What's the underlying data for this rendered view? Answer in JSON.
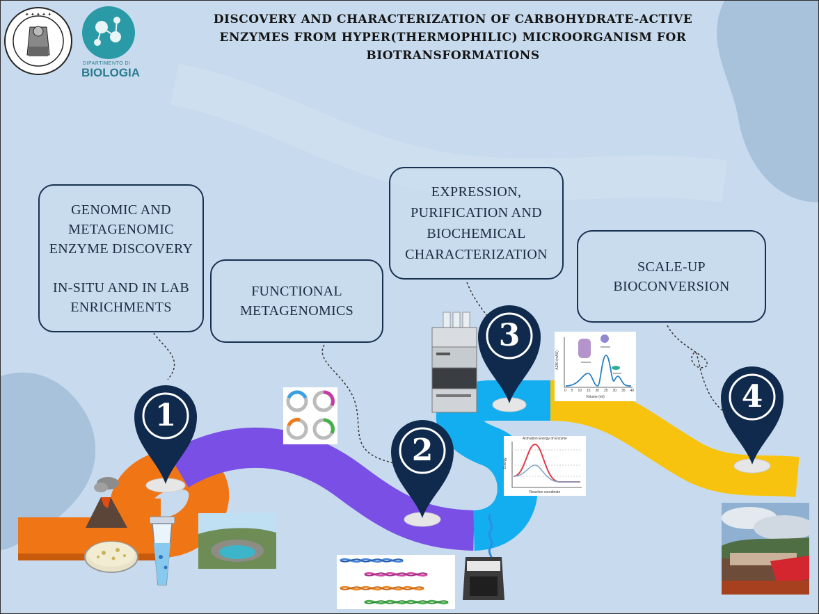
{
  "title": {
    "line1": "DISCOVERY AND CHARACTERIZATION OF CARBOHYDRATE-ACTIVE",
    "line2": "ENZYMES FROM HYPER(THERMOPHILIC) MICROORGANISM FOR",
    "line3": "BIOTRANSFORMATIONS"
  },
  "logos": {
    "university_seal_icon": "seal-icon",
    "department_small": "DIPARTIMENTO DI",
    "department_big": "BIOLOGIA"
  },
  "steps": [
    {
      "number": "1",
      "lines": [
        "GENOMIC AND",
        "METAGENOMIC",
        "ENZYME DISCOVERY",
        "",
        "IN-SITU AND IN LAB",
        "ENRICHMENTS"
      ]
    },
    {
      "number": "2",
      "lines": [
        "FUNCTIONAL",
        "METAGENOMICS"
      ]
    },
    {
      "number": "3",
      "lines": [
        "EXPRESSION,",
        "PURIFICATION AND",
        "BIOCHEMICAL",
        "CHARACTERIZATION"
      ]
    },
    {
      "number": "4",
      "lines": [
        "SCALE-UP",
        "BIOCONVERSION"
      ]
    }
  ],
  "road_colors": {
    "segment1": "#f07515",
    "segment2": "#7a4fe6",
    "segment3": "#13aef0",
    "segment4": "#f7c30e"
  },
  "pin_color": "#0f2a4c",
  "chromatogram": {
    "xlabel": "Volume (ml)",
    "ylabel": "A280 (mAU)",
    "ticks": [
      "0",
      "5",
      "10",
      "15",
      "20",
      "25",
      "30",
      "35",
      "40"
    ]
  },
  "energy_plot": {
    "title": "Activation Energy of Enzyme",
    "xlabel": "Reaction coordinate",
    "ylabel": "Energy"
  },
  "icons": [
    "volcano-icon",
    "petri-dish-icon",
    "test-tube-icon",
    "crater-lake-icon",
    "plasmid-icon",
    "dna-strands-icon",
    "sequencer-icon",
    "hplc-instrument-icon",
    "building-photo-icon"
  ]
}
